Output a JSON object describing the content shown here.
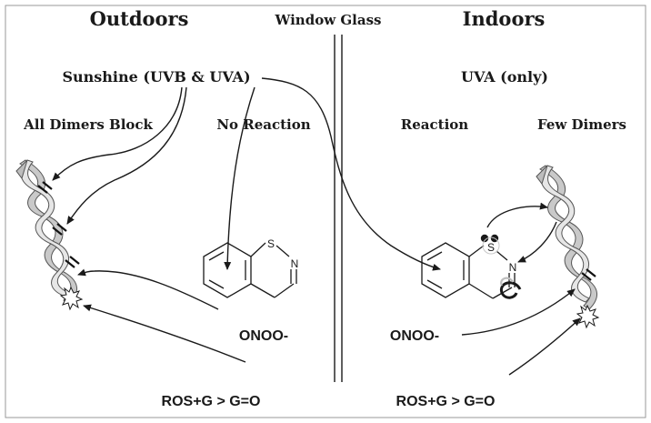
{
  "diagram": {
    "titles": {
      "outdoors": "Outdoors",
      "window": "Window Glass",
      "indoors": "Indoors"
    },
    "labels": {
      "sunshine": "Sunshine (UVB & UVA)",
      "uva_only": "UVA (only)",
      "all_dimers_block": "All Dimers Block",
      "no_reaction": "No Reaction",
      "reaction": "Reaction",
      "few_dimers": "Few Dimers",
      "onoo_left": "ONOO-",
      "onoo_right": "ONOO-",
      "ros_left": "ROS+G > G=O",
      "ros_right": "ROS+G > G=O"
    },
    "molecule_atoms": {
      "sulfur": "S",
      "nitrogen": "N"
    },
    "colors": {
      "ink": "#1a1a1a",
      "dna_ribbon": "#c9c9c9",
      "dna_outline": "#555555",
      "frame": "#9a9a9a"
    }
  }
}
